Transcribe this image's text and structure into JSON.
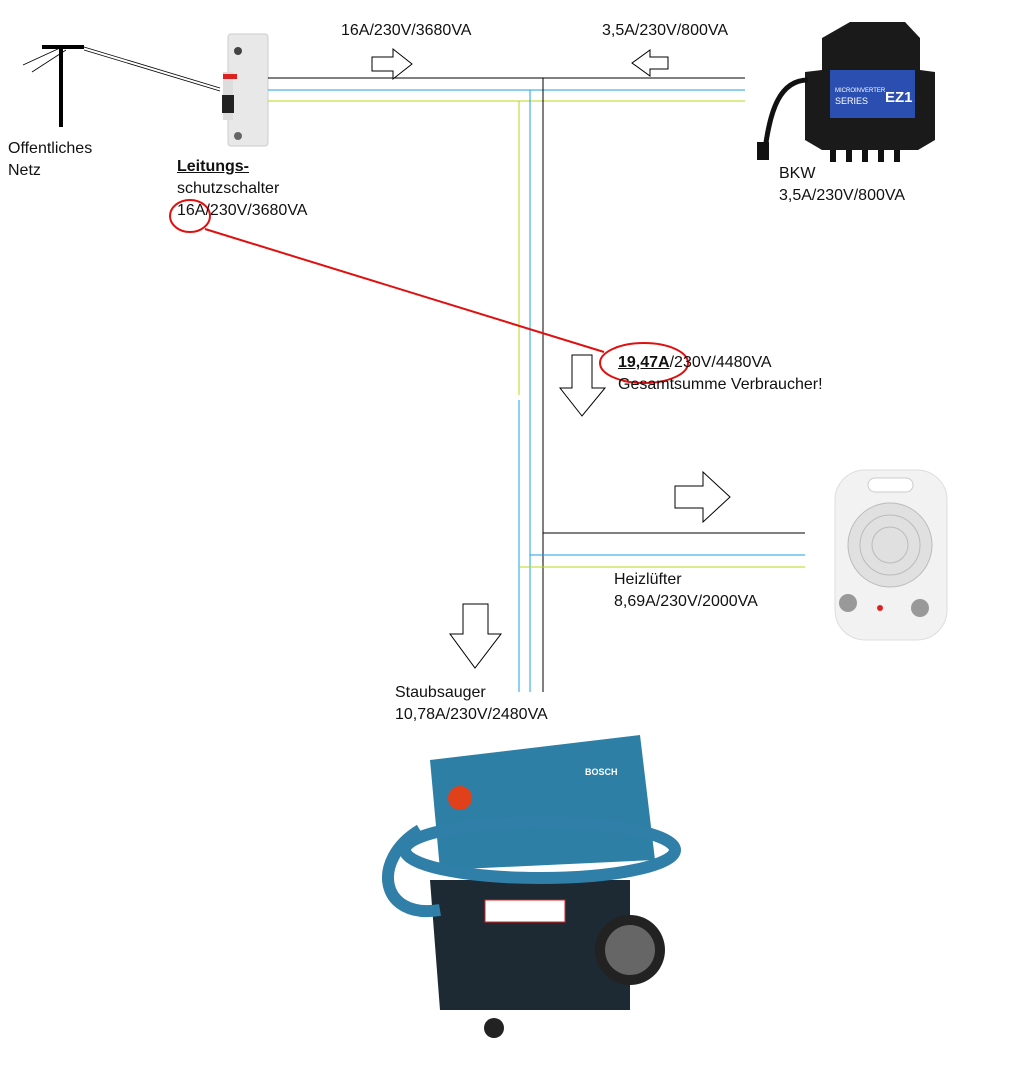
{
  "flows": {
    "grid_in": "16A/230V/3680VA",
    "bkw_in": "3,5A/230V/800VA"
  },
  "grid": {
    "line1": "Offentliches",
    "line2": "Netz"
  },
  "breaker": {
    "title": "Leitungs-",
    "line2": "schutzschalter",
    "rating_current": "16A",
    "rating_rest": "/230V/3680VA"
  },
  "bkw": {
    "name": "BKW",
    "rating": "3,5A/230V/800VA",
    "label_brand": "MICROINVERTER",
    "label_series": "SERIES",
    "label_model": "EZ1"
  },
  "total": {
    "current": "19,47A",
    "rest": "/230V/4480VA",
    "note": "Gesamtsumme Verbraucher!"
  },
  "heater": {
    "name": "Heizlüfter",
    "rating": "8,69A/230V/2000VA"
  },
  "vacuum": {
    "name": "Staubsauger",
    "rating": "10,78A/230V/2480VA",
    "brand": "BOSCH"
  },
  "colors": {
    "phase": "#000000",
    "neutral": "#1ea0e6",
    "earth": "#b8d918",
    "highlight": "#e01010",
    "inverter_label": "#2b4fb0"
  }
}
